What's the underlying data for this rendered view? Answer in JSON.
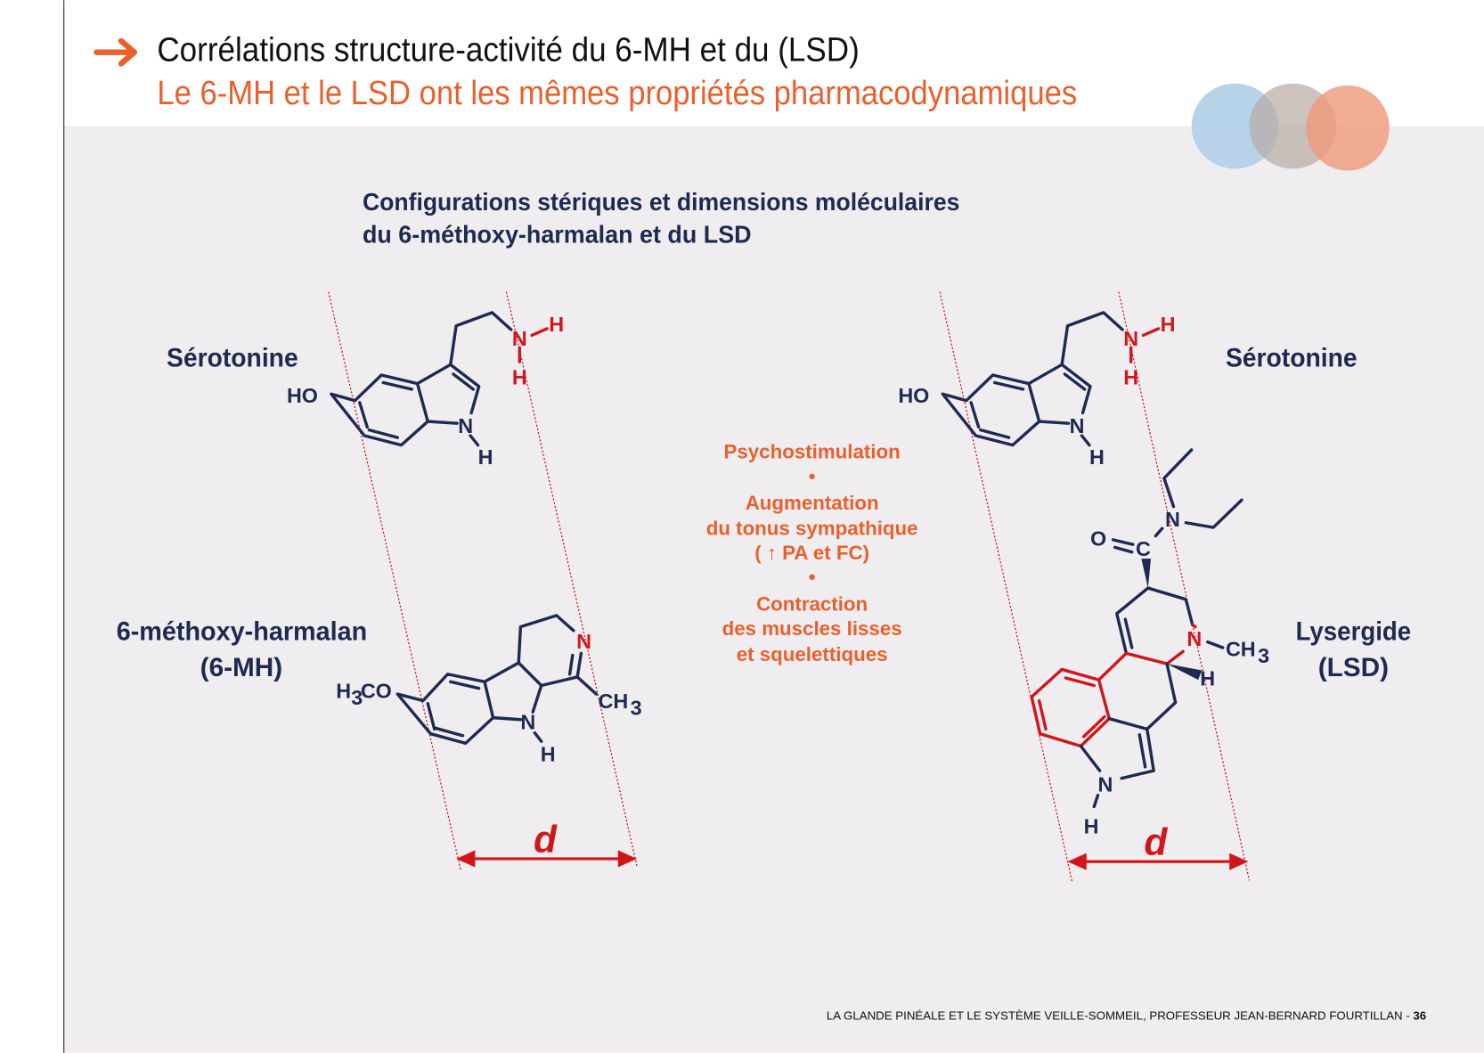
{
  "header": {
    "title": "Corrélations structure-activité du 6-MH et du (LSD)",
    "subtitle": "Le 6-MH et le LSD ont les mêmes propriétés pharmacodynamiques",
    "arrow_icon": "arrow-right-icon"
  },
  "colors": {
    "navy": "#1f2a50",
    "orange": "#e8602c",
    "red": "#d0161b",
    "background": "#efedf0"
  },
  "figure": {
    "heading_line1": "Configurations stériques et dimensions moléculaires",
    "heading_line2": "du 6-méthoxy-harmalan et du LSD",
    "left_top_label": "Sérotonine",
    "left_bottom_label_1": "6-méthoxy-harmalan",
    "left_bottom_label_2": "(6-MH)",
    "right_top_label": "Sérotonine",
    "right_bottom_label_1": "Lysergide",
    "right_bottom_label_2": "(LSD)",
    "distance_label": "d",
    "atoms": {
      "HO": "HO",
      "N": "N",
      "H": "H",
      "H3CO_a": "H",
      "H3CO_sub": "3",
      "H3CO_b": "CO",
      "CH": "CH",
      "sub3": "3",
      "O": "O",
      "C": "C"
    },
    "effects": [
      "Psychostimulation",
      "•",
      "Augmentation",
      "du tonus sympathique",
      "( ↑ PA et FC)",
      "•",
      "Contraction",
      "des muscles lisses",
      "et squelettiques"
    ]
  },
  "footer": {
    "text": "LA GLANDE PINÉALE ET LE SYSTÈME VEILLE-SOMMEIL, PROFESSEUR JEAN-BERNARD FOURTILLAN - ",
    "page_number": "36"
  }
}
